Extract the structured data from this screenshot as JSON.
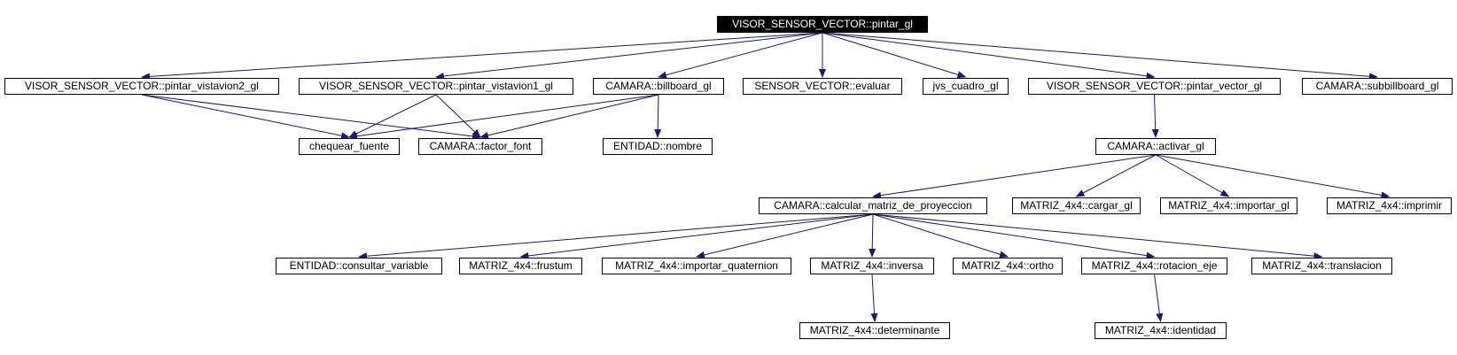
{
  "colors": {
    "edge": "#191970",
    "node_border": "#000000",
    "root_fill": "#000000",
    "root_text": "#ffffff"
  },
  "nodes": {
    "root": "VISOR_SENSOR_VECTOR::pintar_gl",
    "vista2": "VISOR_SENSOR_VECTOR::pintar_vistavion2_gl",
    "vista1": "VISOR_SENSOR_VECTOR::pintar_vistavion1_gl",
    "billboard": "CAMARA::billboard_gl",
    "evaluar": "SENSOR_VECTOR::evaluar",
    "cuadro": "jvs_cuadro_gl",
    "pvector": "VISOR_SENSOR_VECTOR::pintar_vector_gl",
    "subbill": "CAMARA::subbillboard_gl",
    "chequear": "chequear_fuente",
    "factor": "CAMARA::factor_font",
    "nombre": "ENTIDAD::nombre",
    "activar": "CAMARA::activar_gl",
    "calcular": "CAMARA::calcular_matriz_de_proyeccion",
    "cargar": "MATRIZ_4x4::cargar_gl",
    "importar": "MATRIZ_4x4::importar_gl",
    "imprimir": "MATRIZ_4x4::imprimir",
    "consultar": "ENTIDAD::consultar_variable",
    "frustum": "MATRIZ_4x4::frustum",
    "quaternion": "MATRIZ_4x4::importar_quaternion",
    "inversa": "MATRIZ_4x4::inversa",
    "ortho": "MATRIZ_4x4::ortho",
    "rotacion": "MATRIZ_4x4::rotacion_eje",
    "traslacion": "MATRIZ_4x4::translacion",
    "determinante": "MATRIZ_4x4::determinante",
    "identidad": "MATRIZ_4x4::identidad"
  },
  "edges": [
    [
      "root",
      "vista2"
    ],
    [
      "root",
      "vista1"
    ],
    [
      "root",
      "billboard"
    ],
    [
      "root",
      "evaluar"
    ],
    [
      "root",
      "cuadro"
    ],
    [
      "root",
      "pvector"
    ],
    [
      "root",
      "subbill"
    ],
    [
      "vista2",
      "chequear"
    ],
    [
      "vista2",
      "factor"
    ],
    [
      "vista1",
      "chequear"
    ],
    [
      "vista1",
      "factor"
    ],
    [
      "billboard",
      "chequear"
    ],
    [
      "billboard",
      "factor"
    ],
    [
      "billboard",
      "nombre"
    ],
    [
      "pvector",
      "activar"
    ],
    [
      "activar",
      "calcular"
    ],
    [
      "activar",
      "cargar"
    ],
    [
      "activar",
      "importar"
    ],
    [
      "activar",
      "imprimir"
    ],
    [
      "calcular",
      "consultar"
    ],
    [
      "calcular",
      "frustum"
    ],
    [
      "calcular",
      "quaternion"
    ],
    [
      "calcular",
      "inversa"
    ],
    [
      "calcular",
      "ortho"
    ],
    [
      "calcular",
      "rotacion"
    ],
    [
      "calcular",
      "traslacion"
    ],
    [
      "inversa",
      "determinante"
    ],
    [
      "rotacion",
      "identidad"
    ]
  ]
}
